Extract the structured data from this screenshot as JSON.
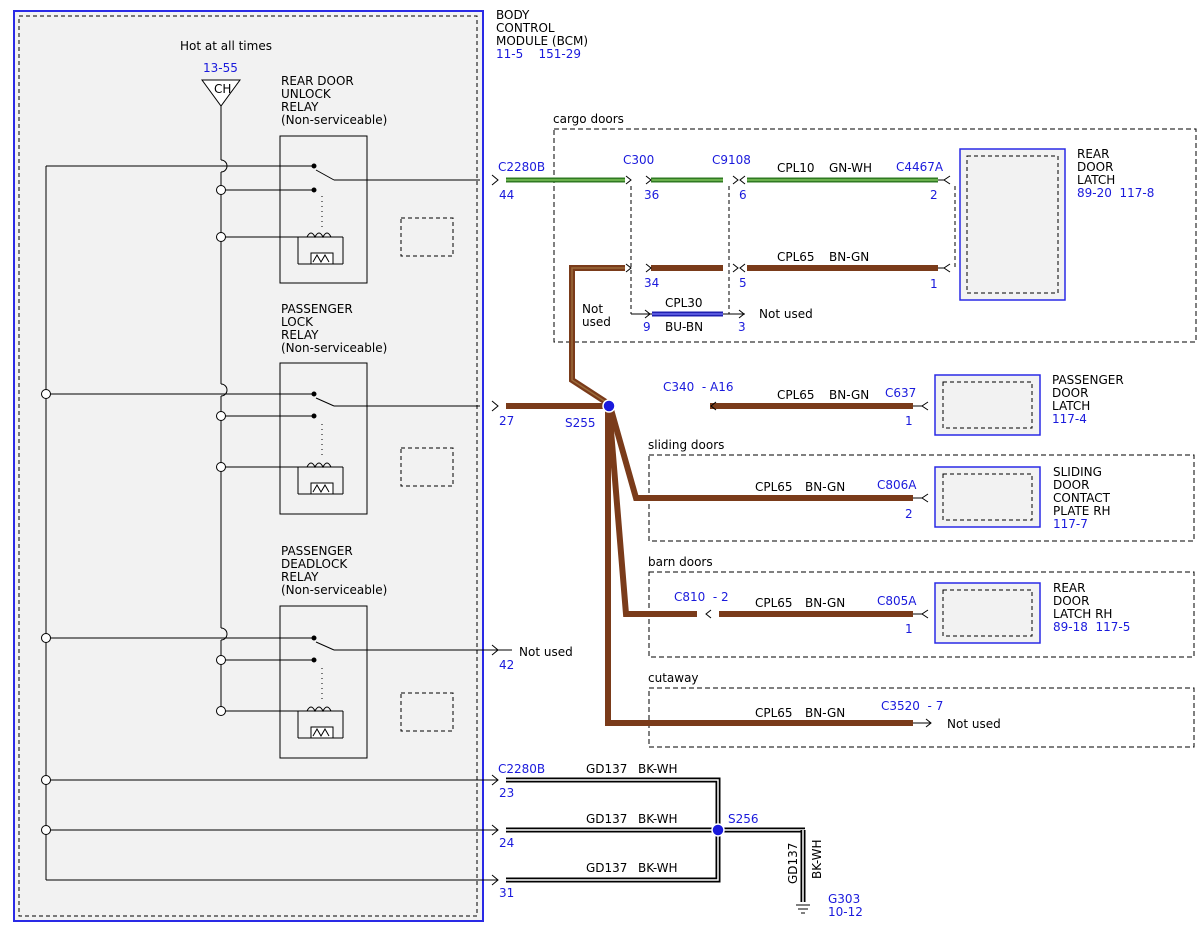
{
  "colors": {
    "link_text": "#1a1adc",
    "module_box": "#2a2ae6",
    "wire_brown": "#7a3b1a",
    "wire_brown_core": "#9a6a3a",
    "wire_green": "#2f7a22",
    "wire_green_core": "#7fc25a",
    "wire_blue": "#2020b0",
    "splice": "#1a1adc",
    "module_fill": "#f2f2f2"
  },
  "bcm": {
    "title": [
      "BODY",
      "CONTROL",
      "MODULE (BCM)"
    ],
    "page_refs": "11-5    151-29",
    "hot_label": "Hot at all times",
    "fuse_ref": "13-55",
    "fuse_label": "CH",
    "relays": [
      {
        "lines": [
          "REAR DOOR",
          "UNLOCK",
          "RELAY",
          "(Non-serviceable)"
        ]
      },
      {
        "lines": [
          "PASSENGER",
          "LOCK",
          "RELAY",
          "(Non-serviceable)"
        ]
      },
      {
        "lines": [
          "PASSENGER",
          "DEADLOCK",
          "RELAY",
          "(Non-serviceable)"
        ]
      }
    ]
  },
  "groups": {
    "cargo": "cargo doors",
    "sliding": "sliding doors",
    "barn": "barn doors",
    "cutaway": "cutaway"
  },
  "connectors": {
    "c2280b_top": "C2280B",
    "pin44": "44",
    "c300": "C300",
    "pin36": "36",
    "pin34": "34",
    "c9108": "C9108",
    "pin6": "6",
    "pin5": "5",
    "c4467a": "C4467A",
    "pin2a": "2",
    "pin1a": "1",
    "pin9": "9",
    "pin3": "3",
    "pin27": "27",
    "s255": "S255",
    "c340": "C340  - A16",
    "c637": "C637",
    "pin1b": "1",
    "c806a": "C806A",
    "pin2b": "2",
    "c810": "C810  - 2",
    "c805a": "C805A",
    "pin1c": "1",
    "c3520": "C3520  - 7",
    "pin42": "42",
    "c2280b_bottom": "C2280B",
    "pin23": "23",
    "pin24": "24",
    "pin31": "31",
    "s256": "S256",
    "g303": "G303",
    "g303_ref": "10-12"
  },
  "wires": {
    "cpl10": "CPL10",
    "gn_wh": "GN-WH",
    "cpl65": "CPL65",
    "bn_gn": "BN-GN",
    "cpl30": "CPL30",
    "bu_bn": "BU-BN",
    "gd137": "GD137",
    "bk_wh": "BK-WH"
  },
  "not_used": {
    "cargo_34": [
      "Not",
      "used"
    ],
    "cpl30": "Not used",
    "pin42": "Not used",
    "cutaway": "Not used"
  },
  "components": {
    "rear_latch": {
      "name": [
        "REAR",
        "DOOR",
        "LATCH"
      ],
      "ref": "89-20  117-8"
    },
    "passenger_latch": {
      "name": [
        "PASSENGER",
        "DOOR",
        "LATCH"
      ],
      "ref": "117-4"
    },
    "sliding_contact": {
      "name": [
        "SLIDING",
        "DOOR",
        "CONTACT",
        "PLATE RH"
      ],
      "ref": "117-7"
    },
    "rear_latch_rh": {
      "name": [
        "REAR",
        "DOOR",
        "LATCH RH"
      ],
      "ref": "89-18  117-5"
    }
  }
}
